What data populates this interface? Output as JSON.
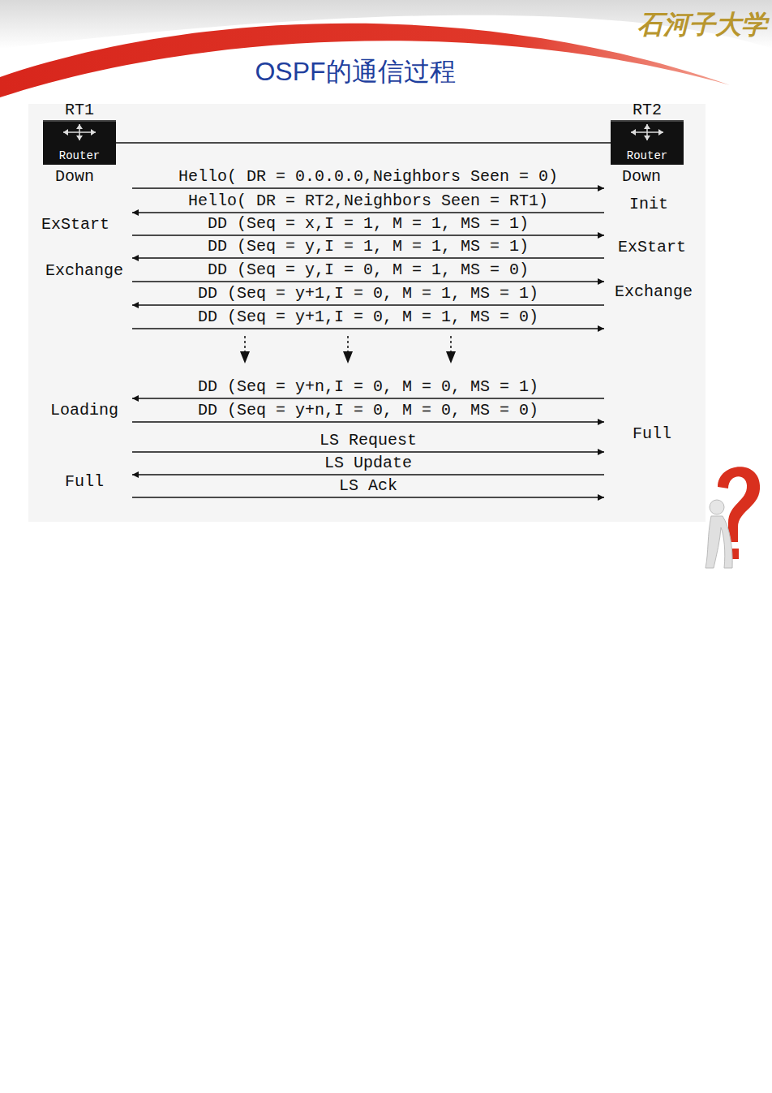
{
  "diagram": {
    "title": "OSPF的通信过程",
    "nodes": [
      {
        "text": [
          "RT1",
          "Router"
        ]
      },
      {
        "text": [
          "RT2",
          "Router"
        ]
      }
    ],
    "edges": [
      {
        "from": 0,
        "to": 1,
        "arrow": "none"
      },
      {
        "from": 0,
        "to": 1,
        "label": "Hello( DR = 0.0.0.0,Neighbors Seen = 0)",
        "arrow": "to"
      },
      {
        "from": 1,
        "to": 0,
        "label": "Hello( DR = RT2,Neighbors Seen = RT1)",
        "arrow": "to"
      },
      {
        "from": 0,
        "to": 1,
        "label": "DD (Seq = x,I = 1, M = 1, MS = 1)",
        "arrow": "to"
      },
      {
        "from": 1,
        "to": 0,
        "label": "DD (Seq = y,I = 1, M = 1, MS = 1)",
        "arrow": "to"
      },
      {
        "from": 0,
        "to": 1,
        "label": "DD (Seq = y,I = 0, M = 1, MS = 0)",
        "arrow": "to"
      },
      {
        "from": 1,
        "to": 0,
        "label": "DD (Seq = y+1,I = 0, M = 1, MS = 1)",
        "arrow": "to"
      },
      {
        "from": 0,
        "to": 1,
        "label": "DD (Seq = y+1,I = 0, M = 1, MS = 0)",
        "arrow": "to"
      },
      {
        "from": 1,
        "to": 0,
        "label": "DD (Seq = y+n,I = 0, M = 0, MS = 1)",
        "arrow": "to"
      },
      {
        "from": 0,
        "to": 1,
        "label": "DD (Seq = y+n,I = 0, M = 0, MS = 0)",
        "arrow": "to"
      },
      {
        "from": 0,
        "to": 1,
        "label": "LS Request",
        "arrow": "to"
      },
      {
        "from": 1,
        "to": 0,
        "label": "LS Update",
        "arrow": "to"
      },
      {
        "from": 0,
        "to": 1,
        "label": "LS Ack",
        "arrow": "to"
      }
    ],
    "labels": [
      "石河子大学",
      "Down",
      "ExStart",
      "Exchange",
      "Loading",
      "Full",
      "Down",
      "Init",
      "ExStart",
      "Exchange",
      "Full"
    ]
  }
}
